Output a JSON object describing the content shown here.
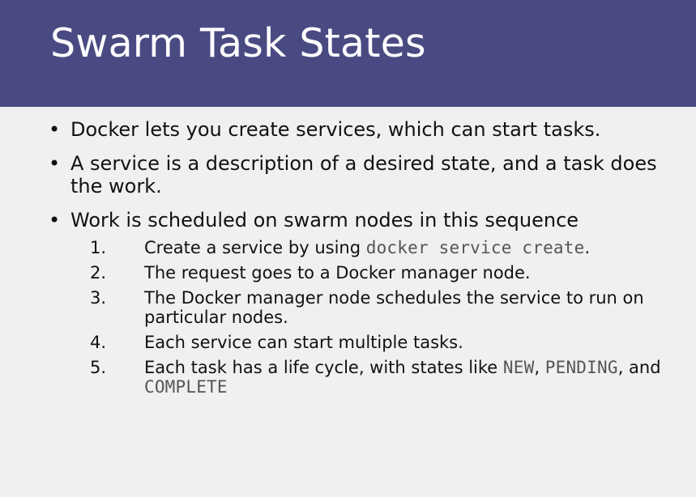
{
  "slide": {
    "title": "Swarm Task States",
    "bullets": [
      "Docker lets you create services, which can start tasks.",
      "A service is a description of a desired state, and a task does the work.",
      "Work is scheduled on swarm nodes in this sequence"
    ],
    "steps": [
      {
        "num": "1.",
        "text_before": "Create a service by using ",
        "code": "docker service create",
        "text_after": "."
      },
      {
        "num": "2.",
        "text": "The request goes to a Docker manager node."
      },
      {
        "num": "3.",
        "text": "The Docker manager node schedules the service to run on particular nodes."
      },
      {
        "num": "4.",
        "text": "Each service can start multiple tasks."
      },
      {
        "num": "5.",
        "text_before": "Each task has a life cycle, with states like ",
        "code_1": "NEW",
        "sep_1": ", ",
        "code_2": "PENDING",
        "sep_2": ", and ",
        "code_3": "COMPLETE"
      }
    ],
    "colors": {
      "title_band": "#4a4a82",
      "title_text": "#ffffff",
      "background": "#f0f0f0",
      "body_text": "#111111",
      "code_text": "#555555"
    }
  }
}
